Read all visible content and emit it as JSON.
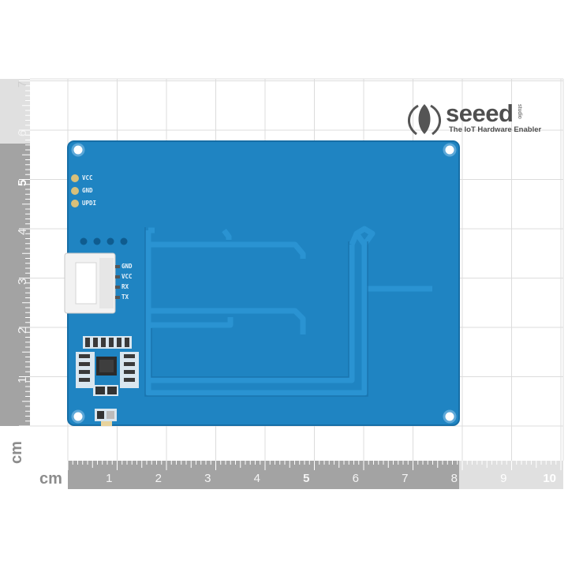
{
  "logo": {
    "brand": "seeed",
    "sub_brand": "studio",
    "tagline": "The IoT Hardware Enabler"
  },
  "ruler_vertical": {
    "unit": "cm",
    "ticks": [
      "1",
      "2",
      "3",
      "4",
      "5",
      "6",
      "7"
    ]
  },
  "ruler_horizontal": {
    "unit": "cm",
    "ticks": [
      "1",
      "2",
      "3",
      "4",
      "5",
      "6",
      "7",
      "8",
      "9",
      "10"
    ]
  },
  "board": {
    "top_pads": [
      "VCC",
      "GND",
      "UPDI"
    ],
    "connector_pins": [
      "GND",
      "VCC",
      "RX",
      "TX"
    ]
  },
  "colors": {
    "pcb": "#1f84c2",
    "ruler_dark": "#a0a0a0",
    "ruler_light": "#e0e0e0",
    "grid": "#dddddd"
  }
}
